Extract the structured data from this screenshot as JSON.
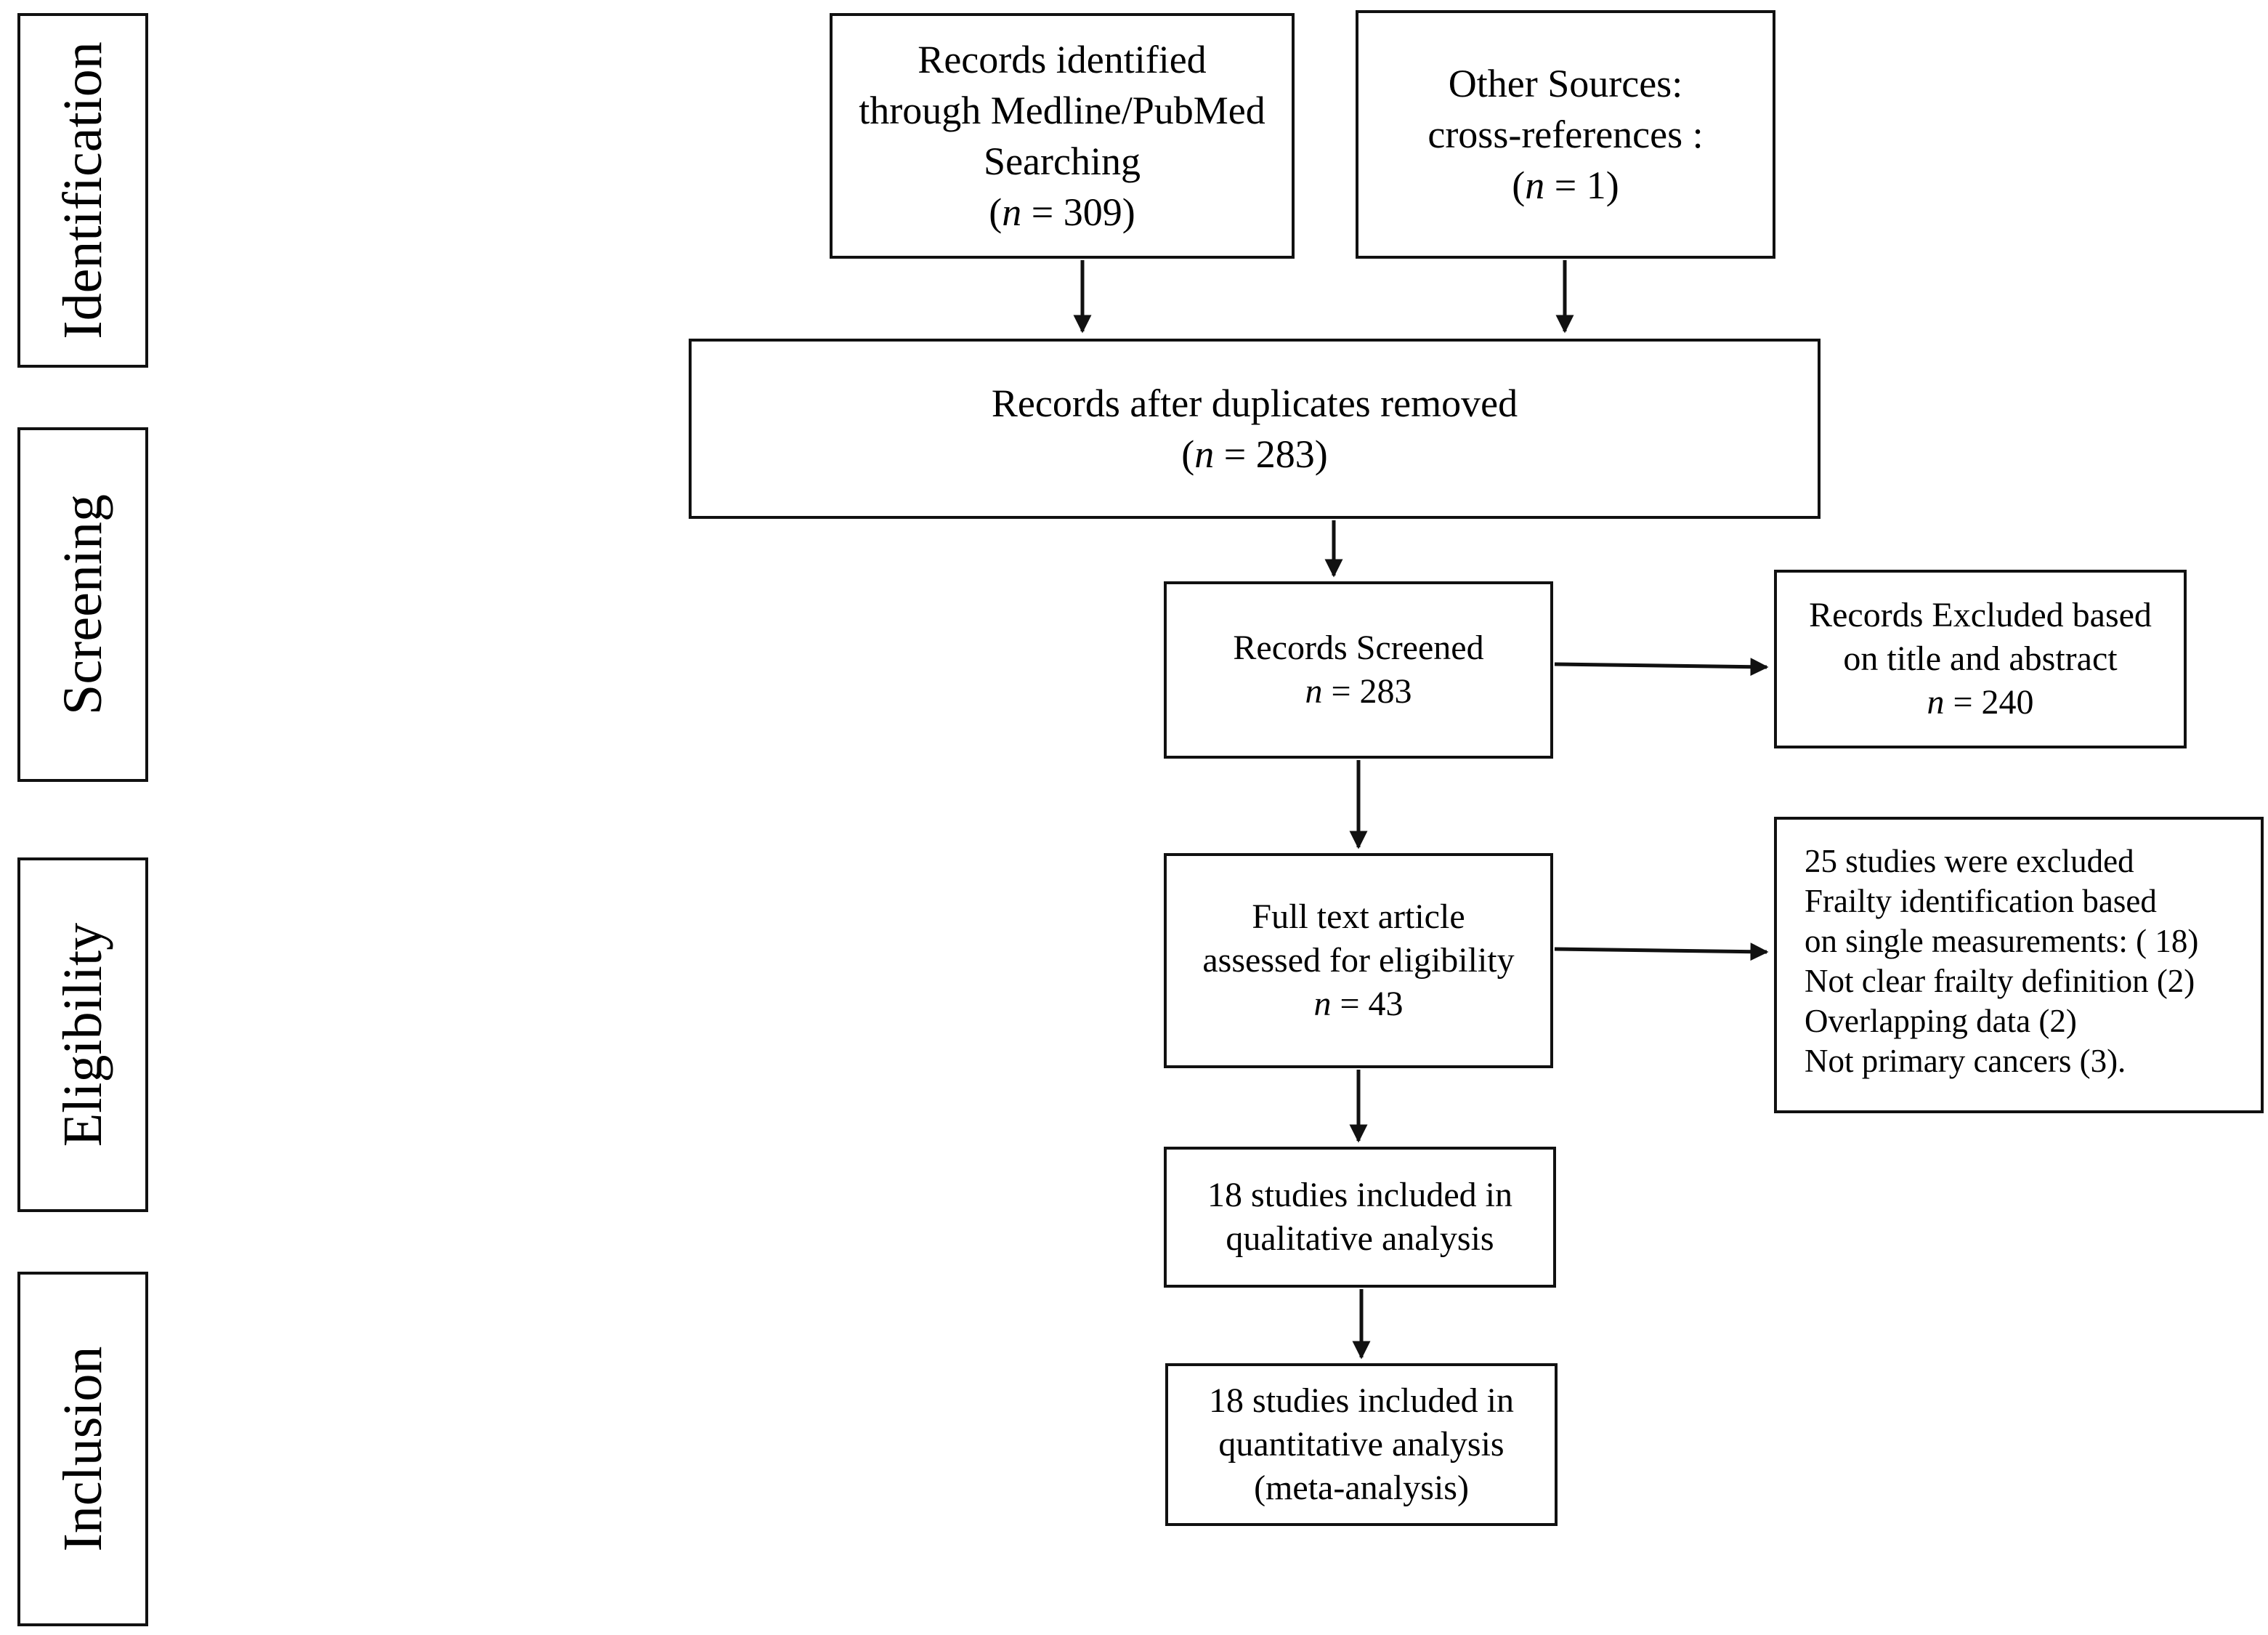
{
  "phases": {
    "identification": "Identification",
    "screening": "Screening",
    "eligibility": "Eligibility",
    "inclusion": "Inclusion"
  },
  "records_identified": {
    "line1": "Records identified",
    "line2": "through Medline/PubMed",
    "line3": "Searching",
    "n_var": "n",
    "n_value": " = 309)"
  },
  "other_sources": {
    "line1": "Other Sources:",
    "line2": "cross-references :",
    "n_var": "n",
    "n_value": " = 1)"
  },
  "duplicates_removed": {
    "line1": "Records after duplicates removed",
    "n_var": "n",
    "n_value": " = 283)"
  },
  "records_screened": {
    "line1": "Records Screened",
    "n_var": "n",
    "n_value": " = 283"
  },
  "records_excluded": {
    "line1": "Records Excluded based",
    "line2": "on title and abstract",
    "n_var": "n",
    "n_value": " = 240"
  },
  "full_text": {
    "line1": "Full text article",
    "line2": "assessed for eligibility",
    "n_var": "n",
    "n_value": " = 43"
  },
  "excluded_studies": {
    "lines": [
      "25 studies were excluded",
      "Frailty identification based",
      "on single measurements: ( 18)",
      "Not clear frailty definition (2)",
      "Overlapping data (2)",
      "Not primary cancers  (3)."
    ]
  },
  "qualitative": {
    "line1": "18 studies included in",
    "line2": "qualitative analysis"
  },
  "quantitative": {
    "line1": "18 studies included in",
    "line2": "quantitative  analysis",
    "line3": "(meta-analysis)"
  }
}
